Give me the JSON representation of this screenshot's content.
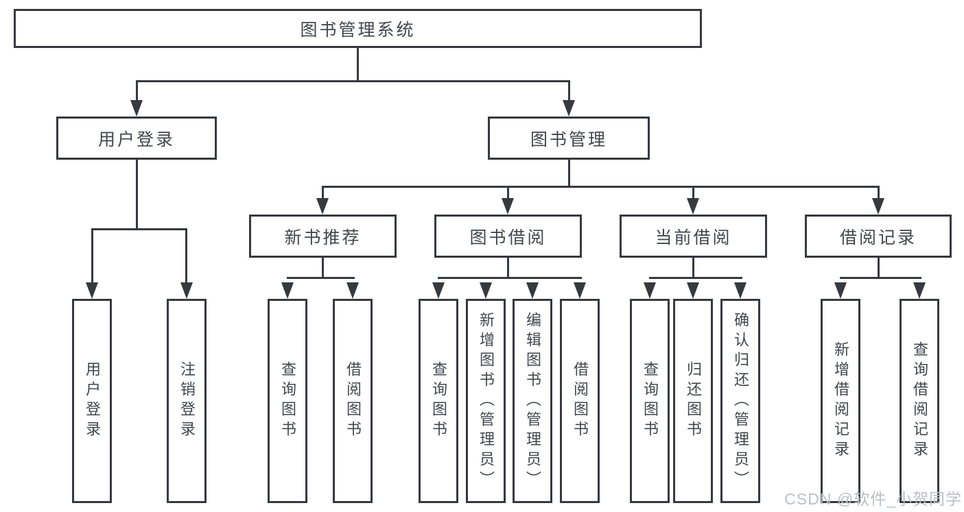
{
  "diagram": {
    "root": {
      "label": "图书管理系统"
    },
    "branches": [
      {
        "label": "用户登录",
        "children": [
          {
            "label": "用户登录"
          },
          {
            "label": "注销登录"
          }
        ]
      },
      {
        "label": "图书管理",
        "children": [
          {
            "label": "新书推荐",
            "children": [
              {
                "label": "查询图书"
              },
              {
                "label": "借阅图书"
              }
            ]
          },
          {
            "label": "图书借阅",
            "children": [
              {
                "label": "查询图书"
              },
              {
                "label": "新增图书（管理员）"
              },
              {
                "label": "编辑图书（管理员）"
              },
              {
                "label": "借阅图书"
              }
            ]
          },
          {
            "label": "当前借阅",
            "children": [
              {
                "label": "查询图书"
              },
              {
                "label": "归还图书"
              },
              {
                "label": "确认归还（管理员）"
              }
            ]
          },
          {
            "label": "借阅记录",
            "children": [
              {
                "label": "新增借阅记录"
              },
              {
                "label": "查询借阅记录"
              }
            ]
          }
        ]
      }
    ]
  },
  "watermark": {
    "text": "CSDN @软件_小贺同学"
  },
  "colors": {
    "line": "#36393e",
    "text": "#42464c",
    "background": "#ffffff",
    "watermark": "#b9bfc6"
  }
}
